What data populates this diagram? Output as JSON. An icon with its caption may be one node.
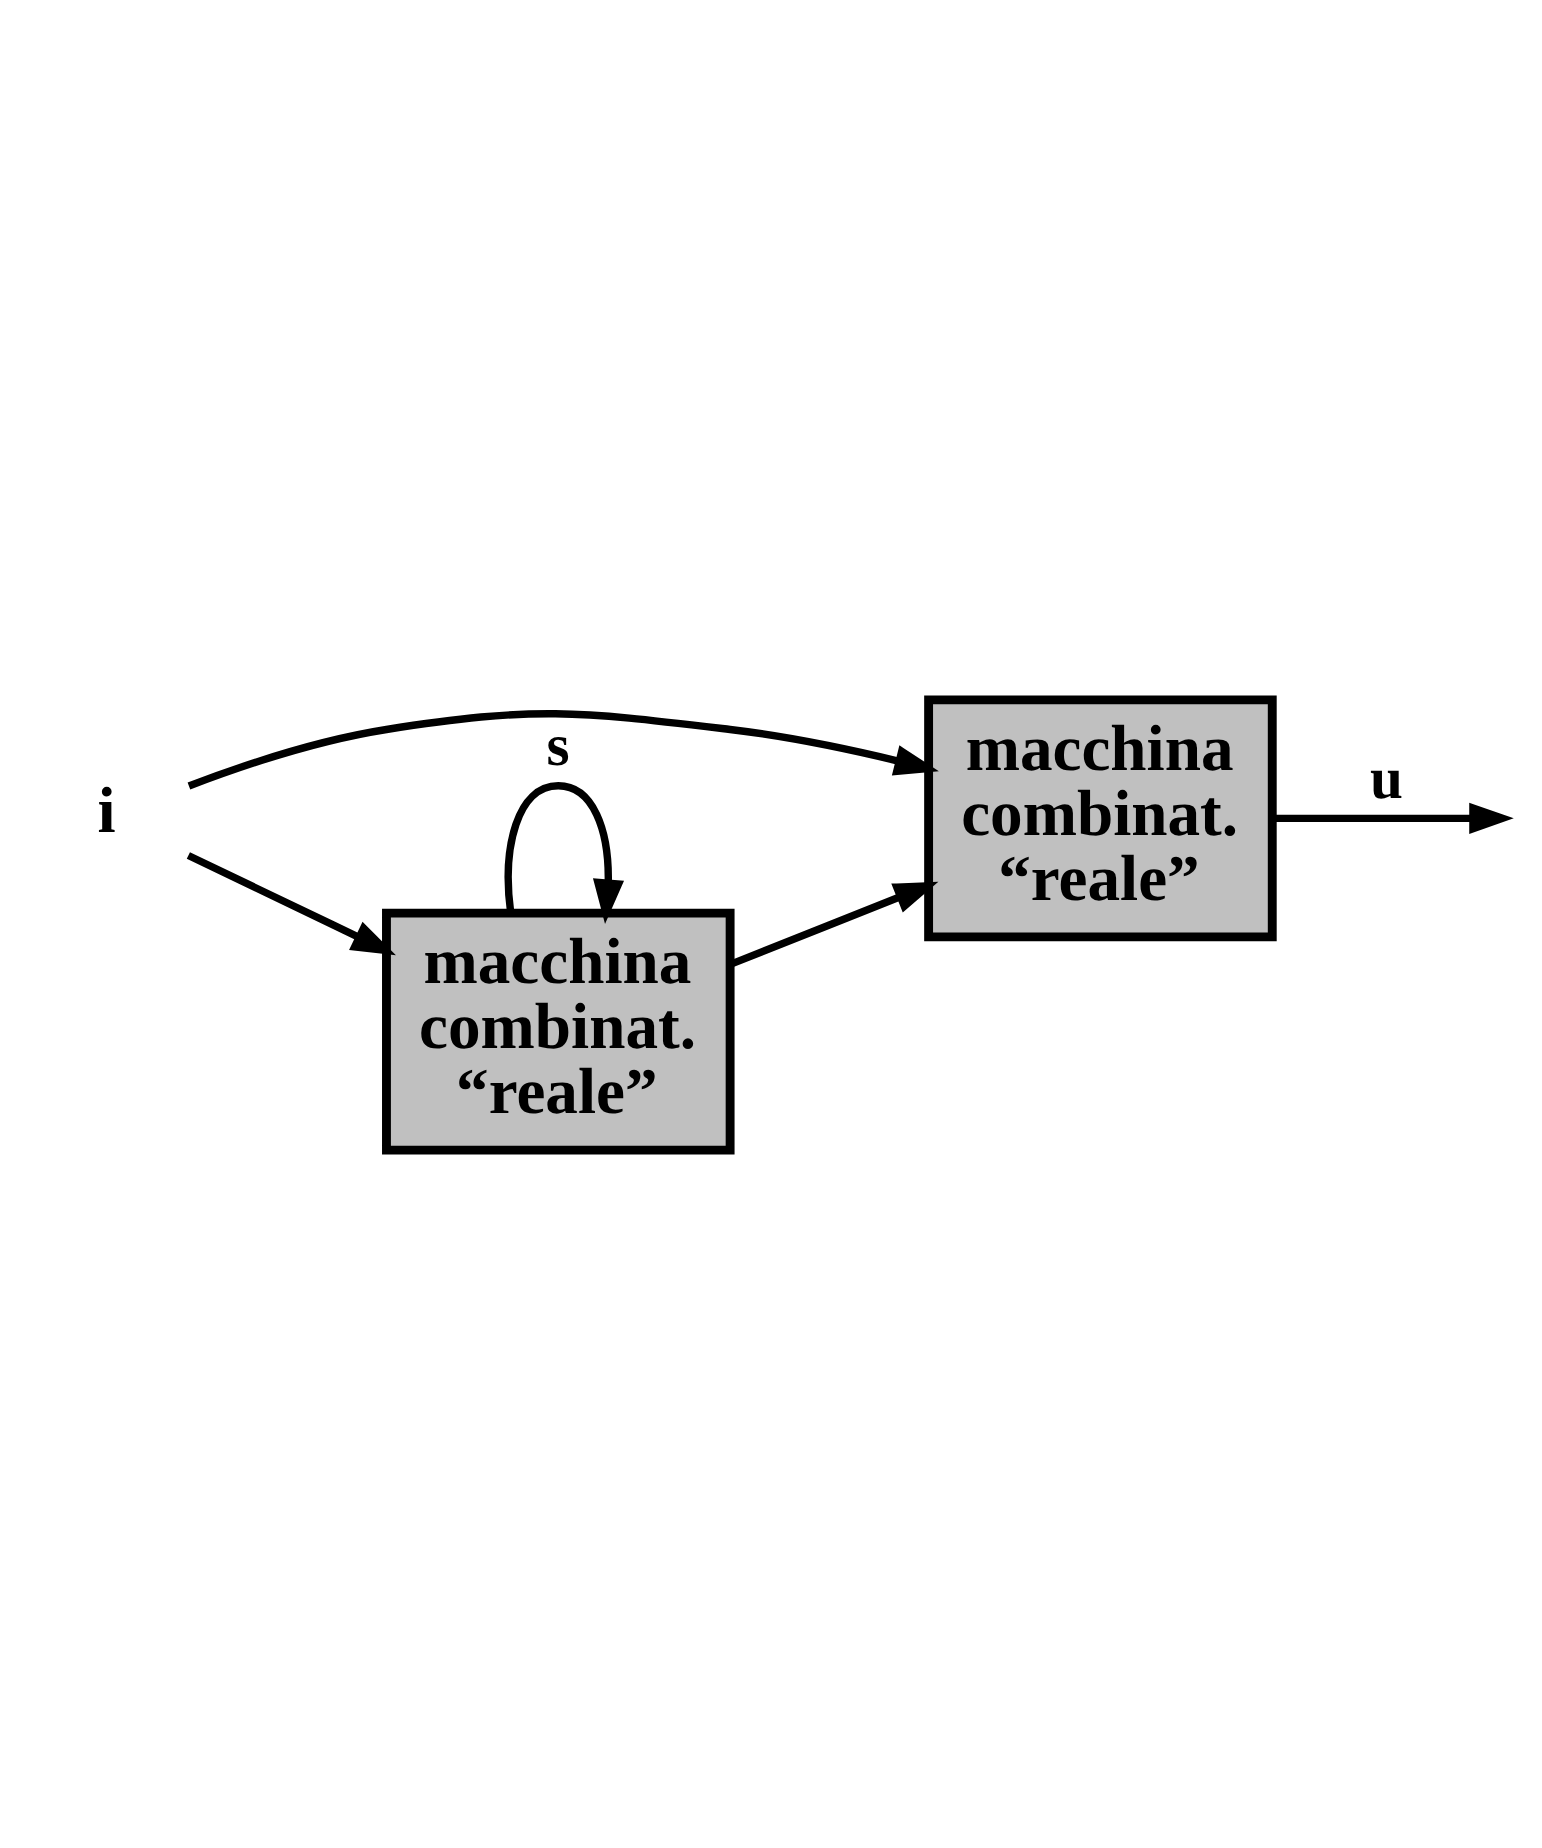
{
  "diagram": {
    "nodes": [
      {
        "text": [
          "i"
        ]
      },
      {
        "text": [
          "macchina combinat. “reale”"
        ]
      },
      {
        "text": [
          "macchina combinat. “reale”"
        ]
      }
    ],
    "edges": [
      {
        "from": 0,
        "to": 1,
        "arrow": "to"
      },
      {
        "from": 0,
        "to": 2,
        "arrow": "to"
      },
      {
        "from": 1,
        "to": null,
        "label": "u",
        "arrow": "to"
      },
      {
        "from": 2,
        "to": 1,
        "arrow": "to"
      },
      {
        "from": 2,
        "to": 2,
        "label": "s",
        "arrow": "to"
      }
    ],
    "labels": []
  }
}
